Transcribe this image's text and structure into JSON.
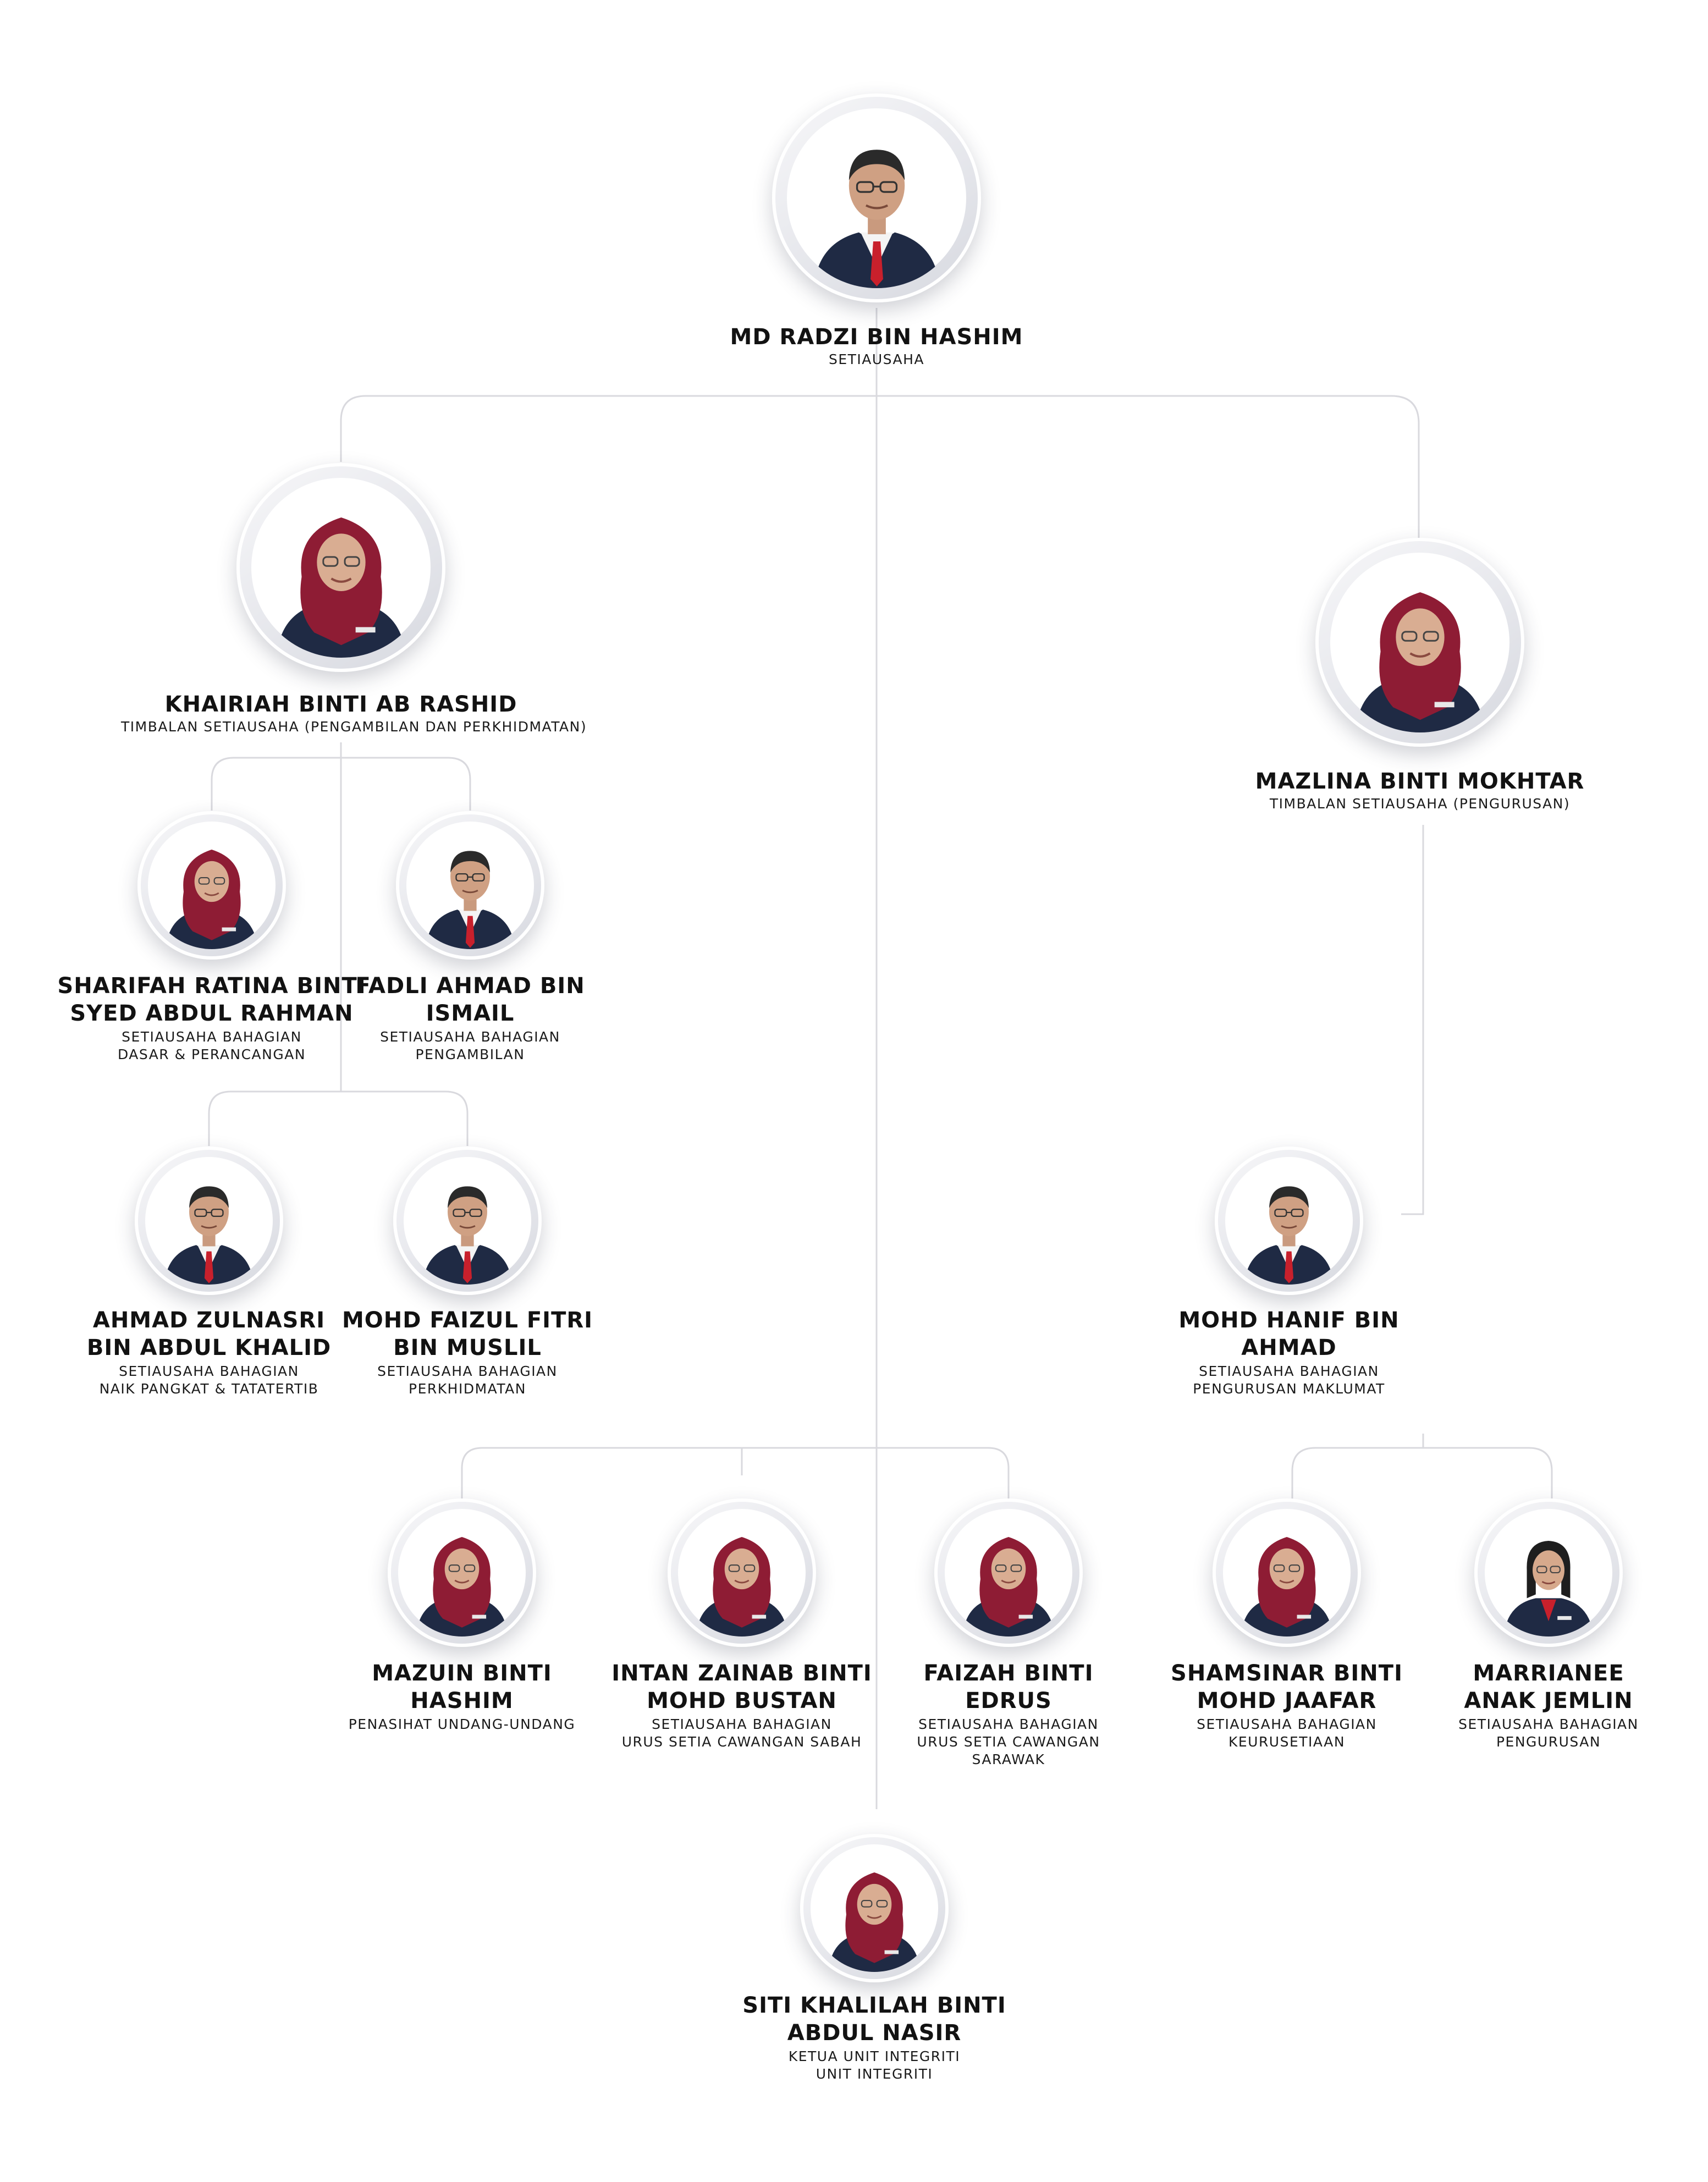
{
  "colors": {
    "connector": "#d9d9de",
    "suit_navy": "#1f2a44",
    "accent_red": "#c8202c",
    "hijab_maroon": "#8e1c34"
  },
  "nodes": [
    {
      "id": "radzi",
      "name_lines": [
        "MD RADZI BIN HASHIM"
      ],
      "title_lines": [
        "SETIAUSAHA"
      ],
      "portrait": "man-portrait-icon"
    },
    {
      "id": "khairiah",
      "name_lines": [
        "KHAIRIAH BINTI AB RASHID"
      ],
      "title_lines": [
        "TIMBALAN SETIAUSAHA (PENGAMBILAN DAN PERKHIDMATAN)"
      ],
      "portrait": "woman-hijab-portrait-icon"
    },
    {
      "id": "mazlina",
      "name_lines": [
        "MAZLINA BINTI MOKHTAR"
      ],
      "title_lines": [
        "TIMBALAN SETIAUSAHA (PENGURUSAN)"
      ],
      "portrait": "woman-hijab-portrait-icon"
    },
    {
      "id": "sharifah",
      "name_lines": [
        "SHARIFAH RATINA BINTI",
        "SYED ABDUL RAHMAN"
      ],
      "title_lines": [
        "SETIAUSAHA BAHAGIAN",
        "DASAR & PERANCANGAN"
      ],
      "portrait": "woman-hijab-portrait-icon"
    },
    {
      "id": "fadli",
      "name_lines": [
        "FADLI AHMAD BIN",
        "ISMAIL"
      ],
      "title_lines": [
        "SETIAUSAHA BAHAGIAN",
        "PENGAMBILAN"
      ],
      "portrait": "man-portrait-icon"
    },
    {
      "id": "zulnasri",
      "name_lines": [
        "AHMAD ZULNASRI",
        "BIN ABDUL KHALID"
      ],
      "title_lines": [
        "SETIAUSAHA BAHAGIAN",
        "NAIK PANGKAT & TATATERTIB"
      ],
      "portrait": "man-portrait-icon"
    },
    {
      "id": "faizul",
      "name_lines": [
        "MOHD FAIZUL FITRI",
        "BIN MUSLIL"
      ],
      "title_lines": [
        "SETIAUSAHA BAHAGIAN",
        "PERKHIDMATAN"
      ],
      "portrait": "man-portrait-icon"
    },
    {
      "id": "hanif",
      "name_lines": [
        "MOHD HANIF BIN",
        "AHMAD"
      ],
      "title_lines": [
        "SETIAUSAHA BAHAGIAN",
        "PENGURUSAN MAKLUMAT"
      ],
      "portrait": "man-portrait-icon"
    },
    {
      "id": "mazuin",
      "name_lines": [
        "MAZUIN BINTI",
        "HASHIM"
      ],
      "title_lines": [
        "PENASIHAT UNDANG-UNDANG"
      ],
      "portrait": "woman-hijab-portrait-icon"
    },
    {
      "id": "intan",
      "name_lines": [
        "INTAN ZAINAB BINTI",
        "MOHD BUSTAN"
      ],
      "title_lines": [
        "SETIAUSAHA BAHAGIAN",
        "URUS SETIA CAWANGAN SABAH"
      ],
      "portrait": "woman-hijab-portrait-icon"
    },
    {
      "id": "faizah",
      "name_lines": [
        "FAIZAH BINTI",
        "EDRUS"
      ],
      "title_lines": [
        "SETIAUSAHA BAHAGIAN",
        "URUS SETIA CAWANGAN",
        "SARAWAK"
      ],
      "portrait": "woman-hijab-portrait-icon"
    },
    {
      "id": "shamsinar",
      "name_lines": [
        "SHAMSINAR BINTI",
        "MOHD JAAFAR"
      ],
      "title_lines": [
        "SETIAUSAHA BAHAGIAN",
        "KEURUSETIAAN"
      ],
      "portrait": "woman-hijab-portrait-icon"
    },
    {
      "id": "marrianee",
      "name_lines": [
        "MARRIANEE",
        "ANAK JEMLIN"
      ],
      "title_lines": [
        "SETIAUSAHA BAHAGIAN",
        "PENGURUSAN"
      ],
      "portrait": "woman-portrait-icon"
    },
    {
      "id": "khalilah",
      "name_lines": [
        "SITI KHALILAH BINTI",
        "ABDUL NASIR"
      ],
      "title_lines": [
        "KETUA UNIT INTEGRITI",
        "UNIT INTEGRITI"
      ],
      "portrait": "woman-hijab-portrait-icon"
    }
  ]
}
